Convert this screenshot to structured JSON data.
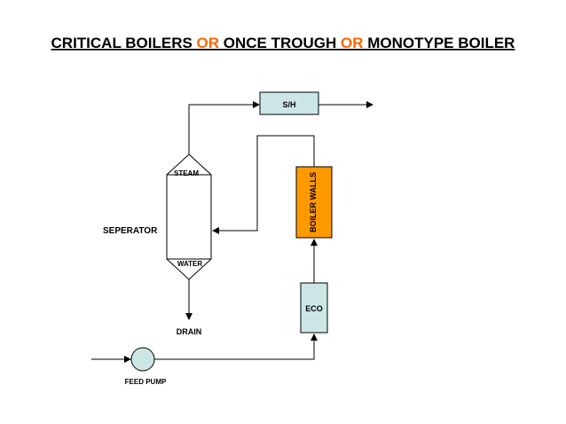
{
  "title": {
    "part1": "CRITICAL BOILERS ",
    "or1": "OR",
    "part2": " ONCE TROUGH ",
    "or2": "OR",
    "part3": " MONOTYPE BOILER"
  },
  "labels": {
    "superheater": "S/H",
    "boiler_walls": "BOILER  WALLS",
    "steam": "STEAM",
    "water": "WATER",
    "separator": "SEPERATOR",
    "economizer": "ECO",
    "drain": "DRAIN",
    "feed_pump": "FEED PUMP"
  },
  "colors": {
    "title_text": "#000000",
    "title_accent": "#ff6600",
    "component_fill": "#cce6e6",
    "boiler_walls_fill": "#ff9900",
    "line": "#000000",
    "separator_fill": "#ffffff"
  }
}
